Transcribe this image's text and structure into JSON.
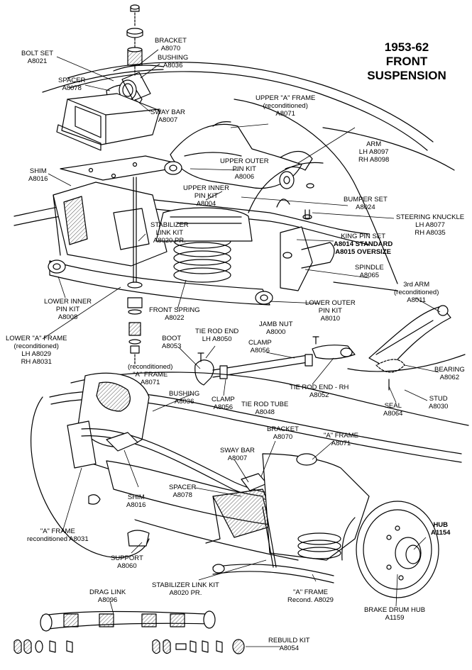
{
  "title": {
    "line1": "1953-62",
    "line2": "FRONT",
    "line3": "SUSPENSION"
  },
  "colors": {
    "ink": "#000000",
    "paper": "#ffffff",
    "hatch": "#555555"
  },
  "callouts": {
    "bracket_top": {
      "name": "BRACKET",
      "part": "A8070"
    },
    "bolt_set": {
      "name": "BOLT SET",
      "part": "A8021"
    },
    "bushing_top": {
      "name": "BUSHING",
      "part": "A8036"
    },
    "spacer_top": {
      "name": "SPACER",
      "part": "A8078"
    },
    "sway_bar_top": {
      "name": "SWAY BAR",
      "part": "A8007"
    },
    "upper_a_frame": {
      "name": "UPPER \"A\" FRAME",
      "sub": "(reconditioned)",
      "part": "A8071"
    },
    "arm": {
      "name": "ARM",
      "lh": "LH  A8097",
      "rh": "RH  A8098"
    },
    "shim_top": {
      "name": "SHIM",
      "part": "A8016"
    },
    "upper_outer_pin": {
      "name1": "UPPER OUTER",
      "name2": "PIN KIT",
      "part": "A8006"
    },
    "upper_inner_pin": {
      "name1": "UPPER INNER",
      "name2": "PIN KIT",
      "part": "A8004"
    },
    "bumper_set": {
      "name": "BUMPER SET",
      "part": "A8024"
    },
    "steering_knuckle": {
      "name": "STEERING KNUCKLE",
      "lh": "LH  A8077",
      "rh": "RH  A8035"
    },
    "stab_link_top": {
      "name1": "STABILIZER",
      "name2": "LINK KIT",
      "part": "A8020  PR."
    },
    "king_pin_set": {
      "name": "KING PIN SET",
      "std": "A8014 STANDARD",
      "over": "A8015 OVERSIZE"
    },
    "spindle": {
      "name": "SPINDLE",
      "part": "A8065"
    },
    "third_arm": {
      "name": "3rd ARM",
      "sub": "(reconditioned)",
      "part": "A8011"
    },
    "lower_inner_pin": {
      "name1": "LOWER INNER",
      "name2": "PIN KIT",
      "part": "A8008"
    },
    "lower_outer_pin": {
      "name1": "LOWER OUTER",
      "name2": "PIN KIT",
      "part": "A8010"
    },
    "front_spring": {
      "name": "FRONT SPRING",
      "part": "A8022"
    },
    "jamb_nut": {
      "name": "JAMB NUT",
      "part": "A8000"
    },
    "lower_a_frame": {
      "name": "LOWER \"A\" FRAME",
      "sub": "(reconditioned)",
      "lh": "LH  A8029",
      "rh": "RH  A8031"
    },
    "tie_rod_end_lh": {
      "name": "TIE ROD END",
      "lh": "LH  A8050"
    },
    "boot": {
      "name": "BOOT",
      "part": "A8053"
    },
    "clamp_top": {
      "name": "CLAMP",
      "part": "A8056"
    },
    "a_frame_recond": {
      "sub": "(reconditioned)",
      "name": "\"A\" FRAME",
      "part": "A8071"
    },
    "bearing": {
      "name": "BEARING",
      "part": "A8062"
    },
    "tie_rod_end_rh": {
      "name": "TIE ROD END - RH",
      "part": "A8052"
    },
    "bushing_mid": {
      "name": "BUSHING",
      "part": "A8036"
    },
    "clamp_bottom": {
      "name": "CLAMP",
      "part": "A8056"
    },
    "tie_rod_tube": {
      "name": "TIE ROD TUBE",
      "part": "A8048"
    },
    "seal": {
      "name": "SEAL",
      "part": "A8064"
    },
    "stud": {
      "name": "STUD",
      "part": "A8030"
    },
    "bracket_mid": {
      "name": "BRACKET",
      "part": "A8070"
    },
    "a_frame_mid": {
      "name": "\"A\" FRAME",
      "part": "A8071"
    },
    "sway_bar_mid": {
      "name": "SWAY BAR",
      "part": "A8007"
    },
    "spacer_mid": {
      "name": "SPACER",
      "part": "A8078"
    },
    "shim_mid": {
      "name": "SHIM",
      "part": "A8016"
    },
    "a_frame_left": {
      "name": "\"A\" FRAME",
      "sub": "reconditioned  A8031"
    },
    "hub": {
      "name": "HUB",
      "part": "A1154"
    },
    "support": {
      "name": "SUPPORT",
      "part": "A8060"
    },
    "stab_link_bottom": {
      "name": "STABILIZER LINK KIT",
      "part": "A8020  PR."
    },
    "a_frame_bottom": {
      "name": "\"A\" FRAME",
      "sub": "Recond.  A8029"
    },
    "brake_drum_hub": {
      "name": "BRAKE DRUM HUB",
      "part": "A1159"
    },
    "drag_link": {
      "name": "DRAG LINK",
      "part": "A8096"
    },
    "rebuild_kit": {
      "name": "REBUILD KIT",
      "part": "A8054"
    }
  }
}
